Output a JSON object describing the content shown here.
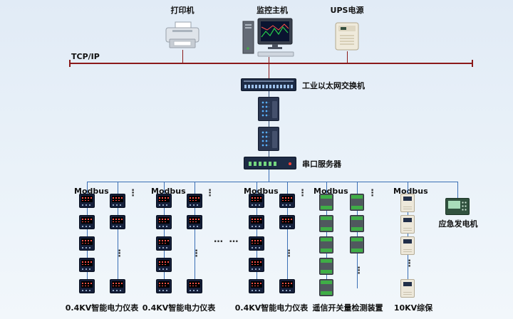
{
  "diagram": {
    "tcpip_label": "TCP/IP",
    "switch_label": "工业以太网交换机",
    "serial_server_label": "串口服务器"
  },
  "top_devices": [
    {
      "id": "printer",
      "label": "打印机"
    },
    {
      "id": "monitor-host",
      "label": "监控主机"
    },
    {
      "id": "ups",
      "label": "UPS电源"
    }
  ],
  "generator": {
    "label": "应急发电机"
  },
  "ellipsis": {
    "vertical": "⋮",
    "horizontal": "… …"
  },
  "branches": [
    {
      "bus_label": "Modbus",
      "bottom_label": "0.4KV智能电力仪表",
      "device_type": "meter",
      "corner_ellipsis": "⋮",
      "columns": [
        {
          "rows": [
            0,
            1,
            2,
            3,
            4
          ]
        },
        {
          "rows": [
            0,
            1,
            4
          ],
          "ellipsis_row": 2.6
        }
      ]
    },
    {
      "bus_label": "Modbus",
      "bottom_label": "0.4KV智能电力仪表",
      "device_type": "meter",
      "corner_ellipsis": "⋮",
      "columns": [
        {
          "rows": [
            0,
            1,
            2,
            3,
            4
          ]
        },
        {
          "rows": [
            0,
            1,
            4
          ],
          "ellipsis_row": 2.6
        }
      ]
    },
    {
      "bus_label": "Modbus",
      "bottom_label": "0.4KV智能电力仪表",
      "device_type": "meter",
      "corner_ellipsis": "⋮",
      "columns": [
        {
          "rows": [
            0,
            1,
            2,
            3,
            4
          ]
        },
        {
          "rows": [
            0,
            1,
            4
          ],
          "ellipsis_row": 2.6
        }
      ]
    },
    {
      "bus_label": "Modbus",
      "bottom_label": "遥信开关量检测装置",
      "device_type": "io-module",
      "corner_ellipsis": "⋮",
      "columns": [
        {
          "rows": [
            0,
            1,
            2,
            3,
            4
          ]
        },
        {
          "rows": [
            0,
            1,
            2
          ],
          "ellipsis_row": 3.4
        }
      ]
    },
    {
      "bus_label": "Modbus",
      "bottom_label": "10KV综保",
      "device_type": "relay",
      "corner_ellipsis": "",
      "columns": [
        {
          "rows": [
            0,
            1,
            2,
            4
          ],
          "ellipsis_row": 3.05
        }
      ]
    }
  ],
  "icons": {
    "printer": "printer-icon",
    "monitor_host": "monitor-host-icon",
    "ups": "ups-icon",
    "ethernet_switch": "ethernet-switch-icon",
    "media_converter": "media-converter-icon",
    "serial_server": "serial-server-icon",
    "power_meter": "power-meter-icon",
    "io_module": "io-module-icon",
    "protection_relay": "protection-relay-icon",
    "generator_controller": "generator-controller-icon"
  },
  "colors": {
    "backbone": "#8b1a1a",
    "field_bus": "#3a6fb5"
  }
}
